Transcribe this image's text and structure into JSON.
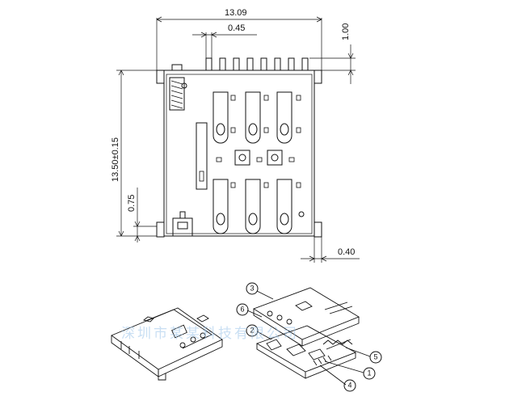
{
  "dimensions": {
    "overall_width": "13.09",
    "pin_pitch": "0.45",
    "top_offset": "1.00",
    "overall_height": "13.50±0.15",
    "left_offset": "0.75",
    "bottom_offset": "0.40"
  },
  "callouts": [
    "1",
    "2",
    "3",
    "4",
    "5",
    "6"
  ],
  "watermark": "深圳市某某科技有限公司"
}
